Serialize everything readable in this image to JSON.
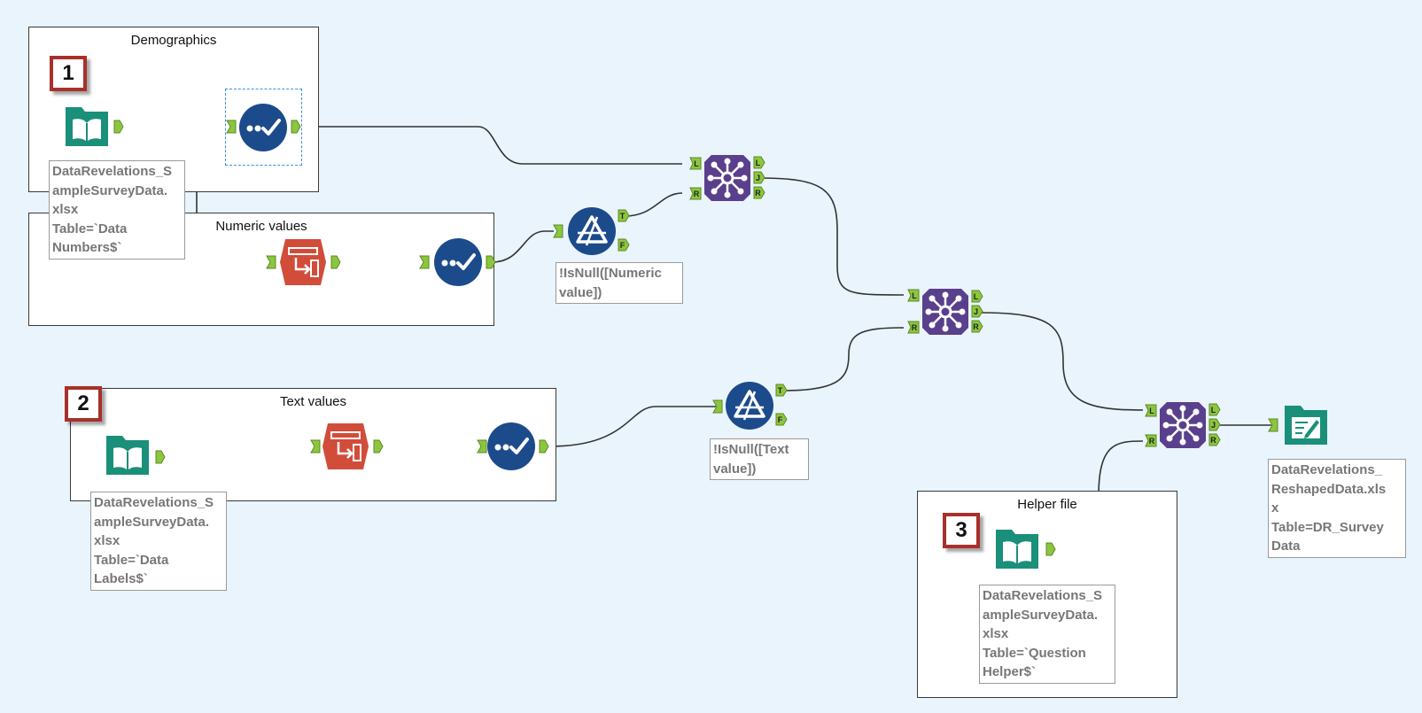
{
  "containers": {
    "demographics": "Demographics",
    "numeric": "Numeric values",
    "text": "Text values",
    "helper": "Helper file"
  },
  "badges": {
    "b1": "1",
    "b2": "2",
    "b3": "3"
  },
  "annotations": {
    "input1": [
      "DataRevelations_S",
      "ampleSurveyData.",
      "xlsx",
      "Table=`Data",
      "Numbers$`"
    ],
    "input2": [
      "DataRevelations_S",
      "ampleSurveyData.",
      "xlsx",
      "Table=`Data",
      "Labels$`"
    ],
    "input3": [
      "DataRevelations_S",
      "ampleSurveyData.",
      "xlsx",
      "Table=`Question",
      "Helper$`"
    ],
    "output": [
      "DataRevelations_",
      "ReshapedData.xls",
      "x",
      "Table=DR_Survey",
      "Data"
    ],
    "filter1": [
      "!IsNull([Numeric",
      "value])"
    ],
    "filter2": [
      "!IsNull([Text",
      "value])"
    ]
  },
  "anchor_labels": {
    "left": "L",
    "join": "J",
    "right": "R",
    "true": "T",
    "false": "F"
  },
  "colors": {
    "canvas": "#e9f4fd",
    "input_tool": "#1a8f7a",
    "select_tool": "#1c4b8c",
    "transpose_tool": "#d24c3a",
    "filter_tool": "#1c4b8c",
    "join_tool": "#5a3f8c",
    "output_tool": "#1a8f7a",
    "anchor": "#8cc63f",
    "badge_border": "#a8302a"
  }
}
